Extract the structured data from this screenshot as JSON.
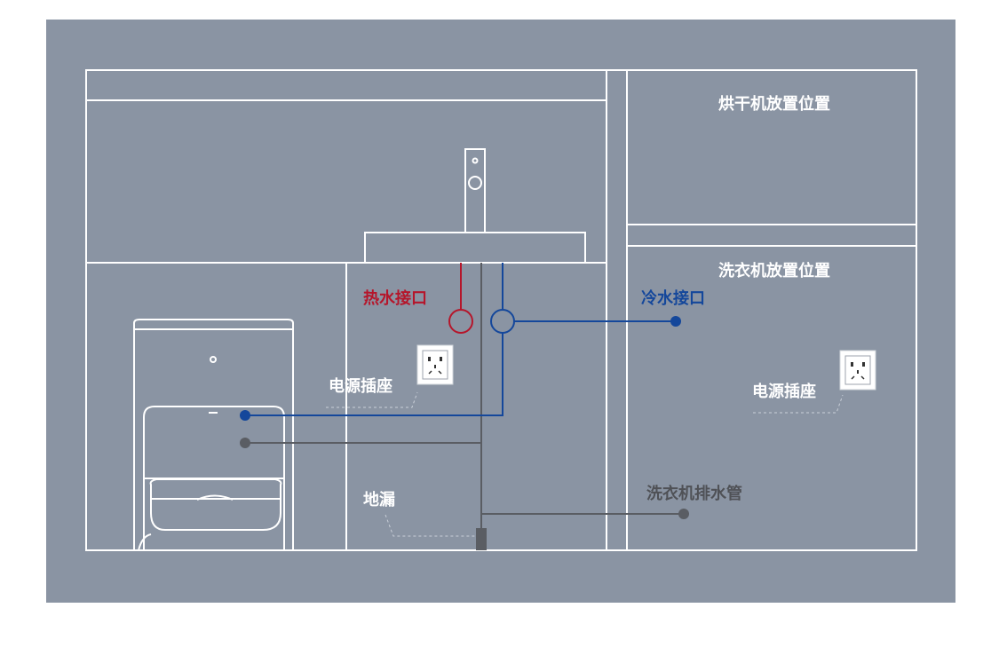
{
  "colors": {
    "panel_bg": "#8a94a3",
    "outline": "#ffffff",
    "hot_water": "#b5162b",
    "cold_water": "#14479b",
    "drain_gray": "#5a5d63",
    "label_white": "#ffffff",
    "label_gray": "#4f5156"
  },
  "labels": {
    "dryer_position": "烘干机放置位置",
    "washer_position": "洗衣机放置位置",
    "hot_water_inlet": "热水接口",
    "cold_water_inlet": "冷水接口",
    "power_socket_left": "电源插座",
    "power_socket_right": "电源插座",
    "floor_drain": "地漏",
    "washer_drain_pipe": "洗衣机排水管"
  },
  "icons": {
    "socket": "wall-power-socket-icon",
    "faucet": "faucet-icon",
    "robot": "robot-vacuum-base-station-icon"
  }
}
